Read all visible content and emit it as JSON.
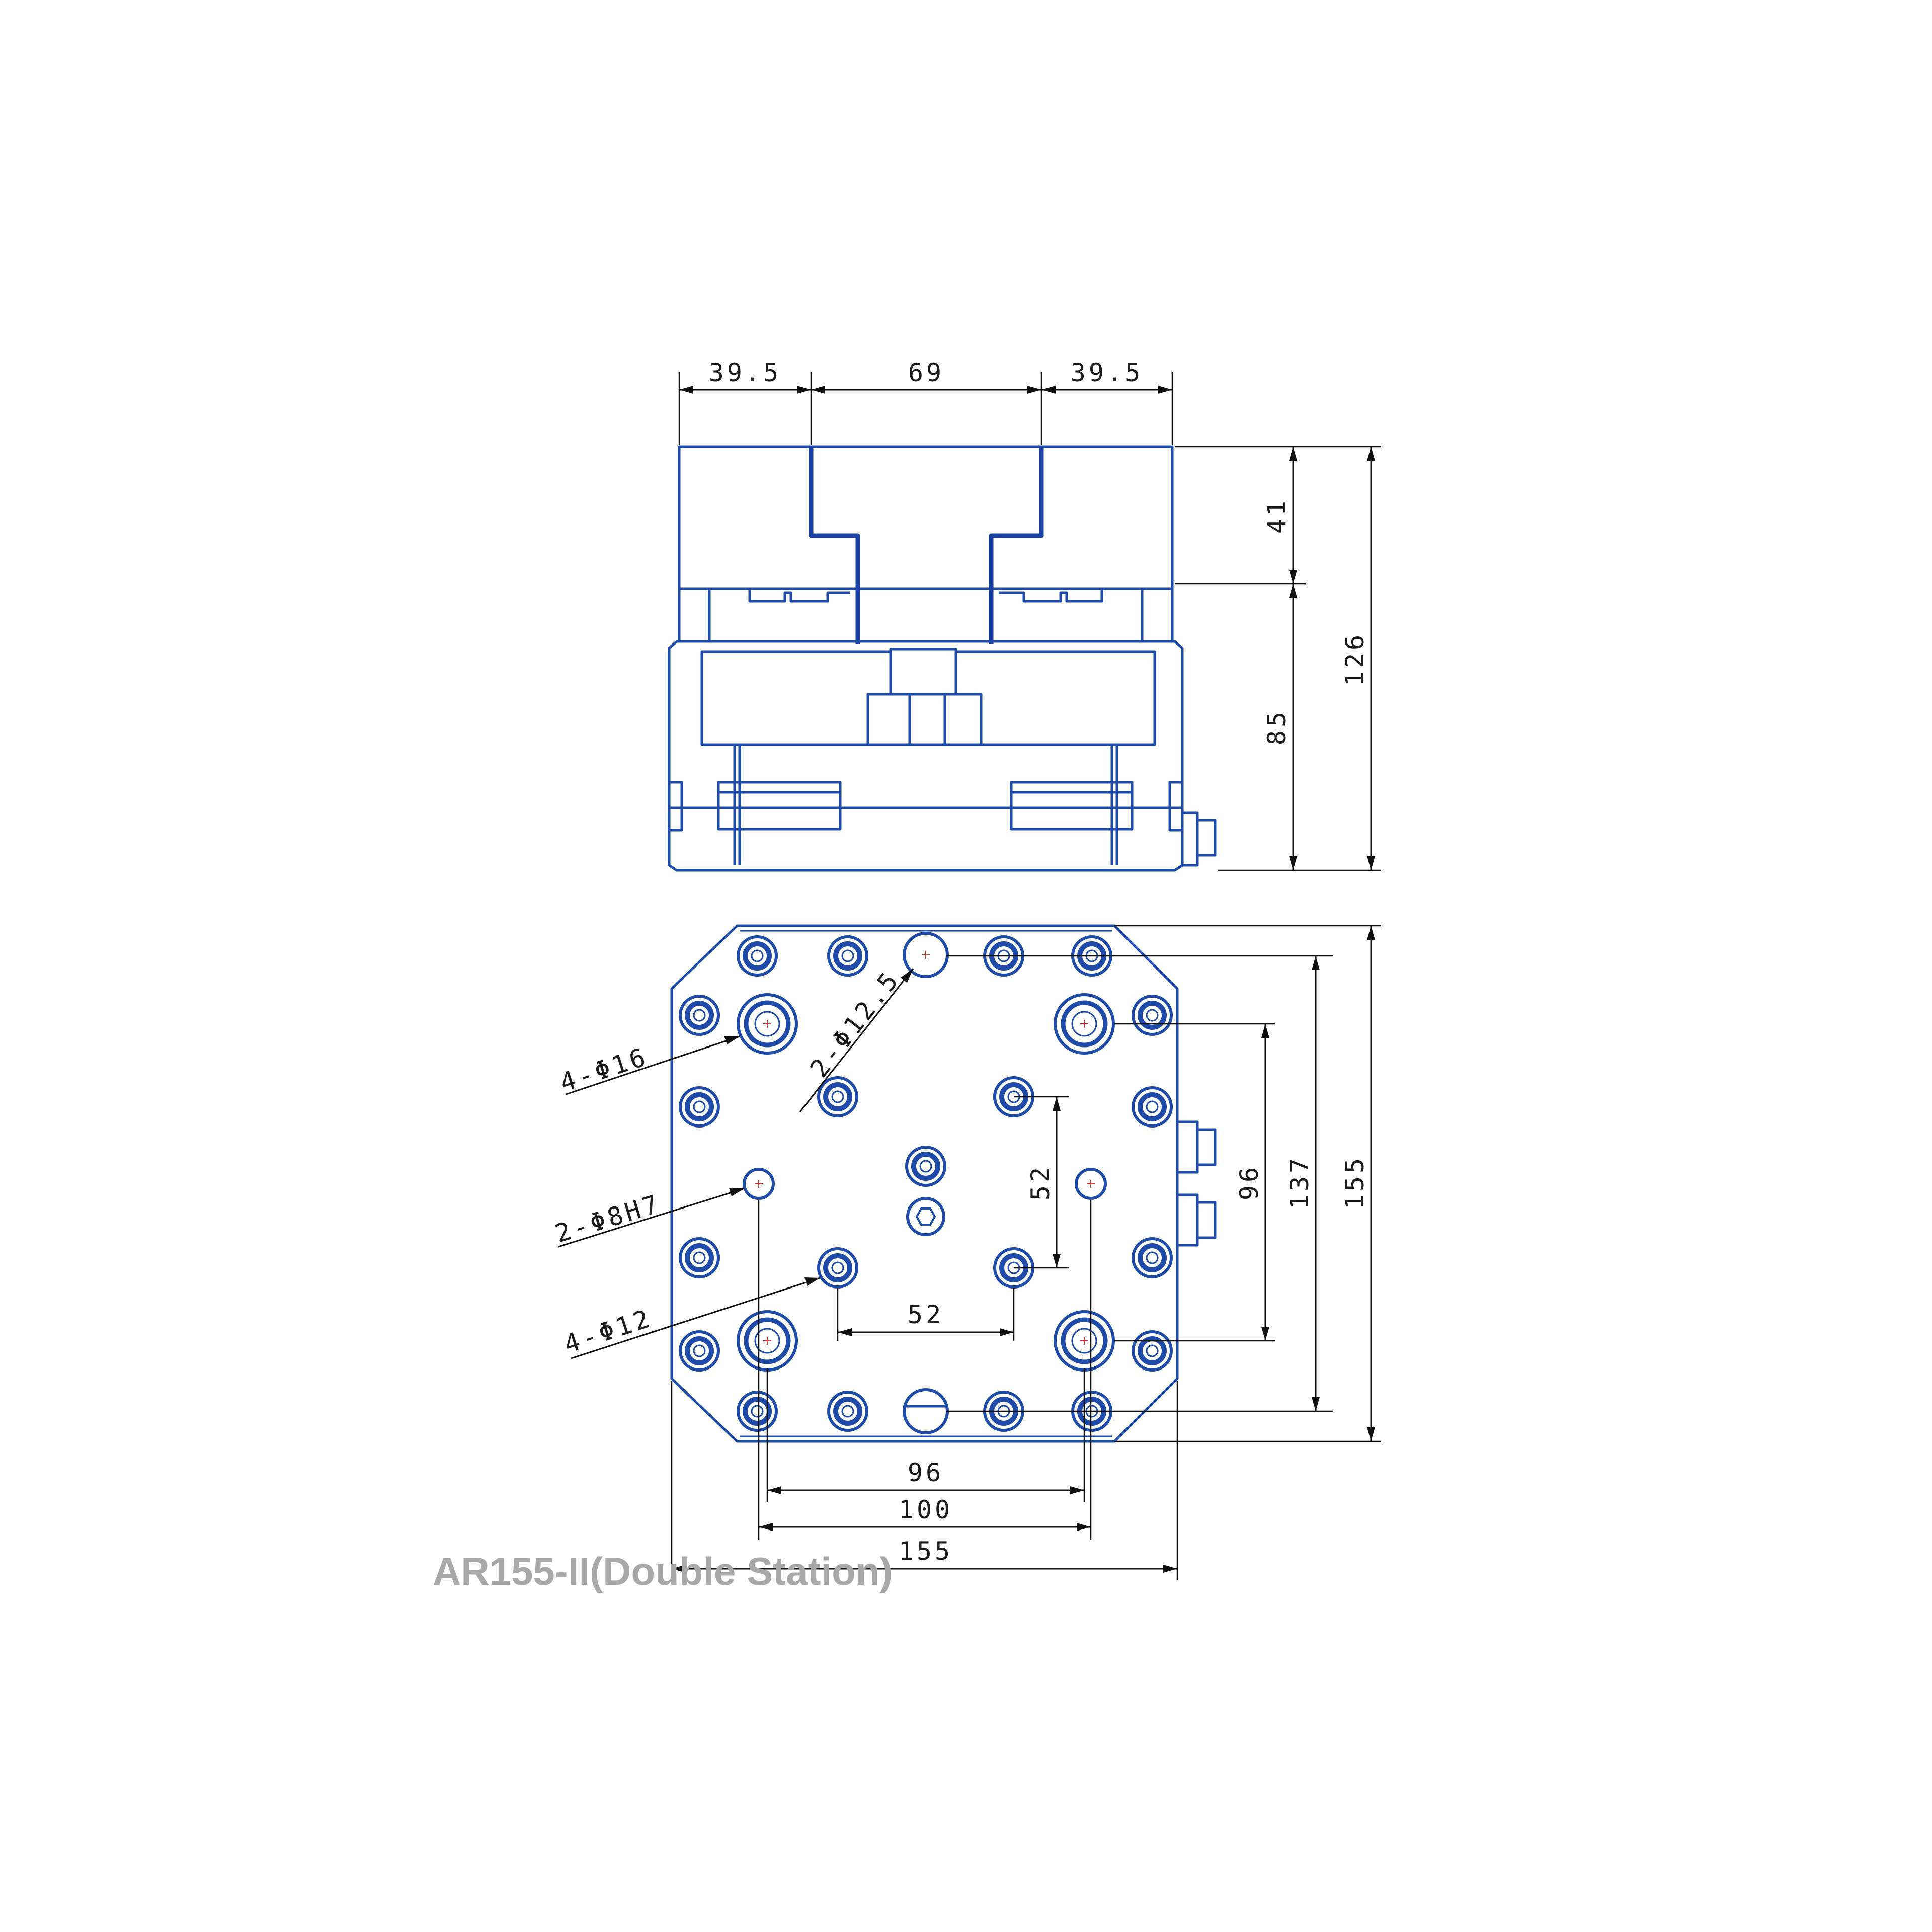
{
  "caption": "AR155-II(Double Station)",
  "colors": {
    "outline": "#1f4aa8",
    "dimension": "#111111",
    "caption": "#a8a8a8"
  },
  "front_view": {
    "width_dims": {
      "left": "39.5",
      "middle": "69",
      "right": "39.5"
    },
    "height_dims": {
      "jaw": "41",
      "base": "85",
      "total": "126"
    }
  },
  "top_view": {
    "vertical_dims": {
      "inner": "52",
      "middle": "96",
      "outer": "137",
      "overall": "155"
    },
    "horizontal_dims": {
      "inner": "52",
      "middle": "96",
      "outer": "100",
      "overall": "155"
    },
    "callouts": {
      "c1": "4-Φ16",
      "c2": "2-Φ12.5",
      "c3": "2-Φ8H7",
      "c4": "4-Φ12"
    }
  }
}
